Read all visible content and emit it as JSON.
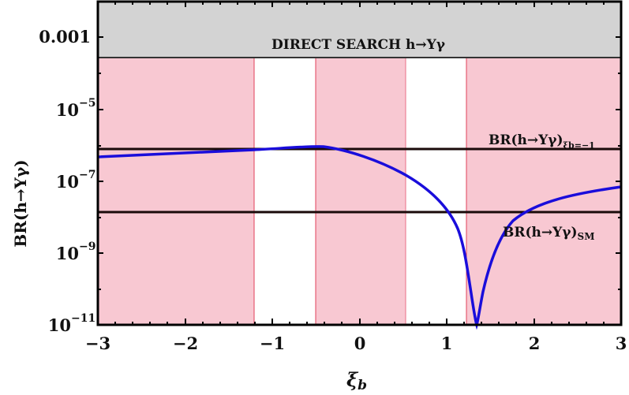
{
  "chart_data": {
    "type": "line",
    "title": "",
    "xlabel": "ξ_b",
    "ylabel": "BR(h→Υγ)",
    "xlim": [
      -3,
      3
    ],
    "ylim": [
      1e-11,
      0.01
    ],
    "yscale": "log",
    "x_ticks": [
      "−3",
      "−2",
      "−1",
      "0",
      "1",
      "2",
      "3"
    ],
    "y_ticks": [
      "0.001",
      "10^−5",
      "10^−7",
      "10^−9",
      "10^−11"
    ],
    "grid": false,
    "legend": null,
    "series": [
      {
        "name": "BR(h→Υγ) vs ξ_b",
        "color": "#1a0ddb",
        "x": [
          -3.0,
          -2.5,
          -2.0,
          -1.5,
          -1.2,
          -1.0,
          -0.7,
          -0.5,
          -0.3,
          0.0,
          0.3,
          0.5,
          0.7,
          0.9,
          1.0,
          1.1,
          1.2,
          1.25,
          1.3,
          1.32,
          1.35,
          1.4,
          1.5,
          1.7,
          2.0,
          2.5,
          3.0
        ],
        "y": [
          4.5e-07,
          5.2e-07,
          5.8e-07,
          6.3e-07,
          6.6e-07,
          6.9e-07,
          7.3e-07,
          7.4e-07,
          7.2e-07,
          5e-07,
          2.8e-07,
          1.6e-07,
          7.5e-08,
          2.8e-08,
          1.5e-08,
          5.5e-09,
          1.2e-09,
          3.5e-10,
          3e-11,
          1e-11,
          1.5e-10,
          6e-10,
          2.5e-09,
          1.1e-08,
          2.5e-08,
          4.6e-08,
          6.8e-08
        ]
      }
    ],
    "horizontal_lines": [
      {
        "name": "BR(h→Υγ)_{ξb=−1}",
        "y": 6.5e-07,
        "color": "#000000"
      },
      {
        "name": "BR(h→Υγ)_SM",
        "y": 1.4e-08,
        "color": "#000000"
      }
    ],
    "shaded_regions": [
      {
        "name": "direct-search-excluded",
        "y_from": 0.00025,
        "y_to": 0.01,
        "color": "#d3d3d3",
        "label": "DIRECT SEARCH h→Υγ"
      },
      {
        "name": "excluded-left",
        "x_from": -3.0,
        "x_to": -1.2,
        "color": "#f8c8d2"
      },
      {
        "name": "excluded-middle",
        "x_from": -0.5,
        "x_to": 0.53,
        "color": "#f8c8d2"
      },
      {
        "name": "excluded-right",
        "x_from": 1.22,
        "x_to": 3.0,
        "color": "#f8c8d2"
      }
    ],
    "annotations": [
      {
        "text": "DIRECT SEARCH h→Υγ",
        "x": 0.0,
        "y": 0.0003
      },
      {
        "text": "BR(h→Υγ)ξb=−1",
        "x": 2.4,
        "y": 9e-07
      },
      {
        "text": "BR(h→Υγ)SM",
        "x": 2.3,
        "y": 3e-09
      }
    ]
  },
  "labels": {
    "direct_search": "DIRECT SEARCH h→Υγ",
    "br_xi_main": "BR(h→Υγ)",
    "br_xi_sub": "ξb=−1",
    "br_sm_main": "BR(h→Υγ)",
    "br_sm_sub": "SM",
    "ylabel": "BR(h→Υγ)",
    "xlabel_main": "ξ",
    "xlabel_sub": "b",
    "xticks": [
      "−3",
      "−2",
      "−1",
      "0",
      "1",
      "2",
      "3"
    ],
    "yticks": {
      "t1": "0.001",
      "t2_base": "10",
      "t2_exp": "−5",
      "t3_base": "10",
      "t3_exp": "−7",
      "t4_base": "10",
      "t4_exp": "−9",
      "t5_base": "10",
      "t5_exp": "−11"
    }
  },
  "colors": {
    "gray_band": "#d3d3d3",
    "pink_band": "#f8c8d2",
    "pink_edge": "#e0405a",
    "curve": "#1a0ddb",
    "hline": "#1a0a0a",
    "frame": "#000000"
  }
}
